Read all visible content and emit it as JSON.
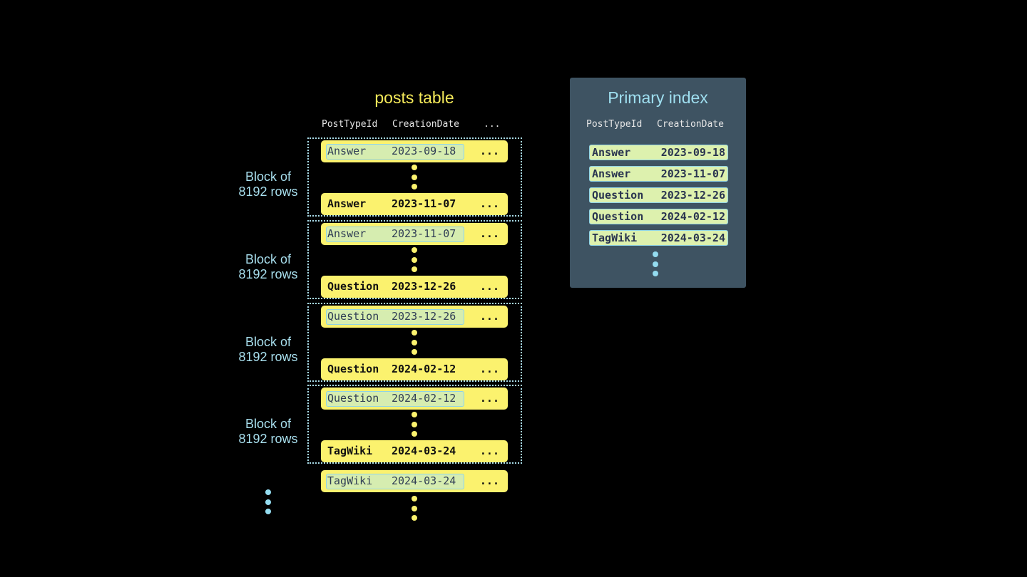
{
  "table": {
    "title": "posts table",
    "columns": [
      "PostTypeId",
      "CreationDate",
      "..."
    ],
    "block_label_line1": "Block of",
    "block_label_line2": "8192 rows",
    "blocks": [
      {
        "first": {
          "type": "Answer",
          "date": "2023-09-18",
          "more": "..."
        },
        "last": {
          "type": "Answer",
          "date": "2023-11-07",
          "more": "..."
        }
      },
      {
        "first": {
          "type": "Answer",
          "date": "2023-11-07",
          "more": "..."
        },
        "last": {
          "type": "Question",
          "date": "2023-12-26",
          "more": "..."
        }
      },
      {
        "first": {
          "type": "Question",
          "date": "2023-12-26",
          "more": "..."
        },
        "last": {
          "type": "Question",
          "date": "2024-02-12",
          "more": "..."
        }
      },
      {
        "first": {
          "type": "Question",
          "date": "2024-02-12",
          "more": "..."
        },
        "last": {
          "type": "TagWiki",
          "date": "2024-03-24",
          "more": "..."
        }
      }
    ],
    "trailing": {
      "type": "TagWiki",
      "date": "2024-03-24",
      "more": "..."
    }
  },
  "index": {
    "title": "Primary index",
    "columns": [
      "PostTypeId",
      "CreationDate"
    ],
    "entries": [
      {
        "type": "Answer",
        "date": "2023-09-18"
      },
      {
        "type": "Answer",
        "date": "2023-11-07"
      },
      {
        "type": "Question",
        "date": "2023-12-26"
      },
      {
        "type": "Question",
        "date": "2024-02-12"
      },
      {
        "type": "TagWiki",
        "date": "2024-03-24"
      }
    ]
  },
  "colors": {
    "row": "#fbf26e",
    "highlight": "#d6edb0",
    "accent": "#94dcf0",
    "panel": "#3e5362",
    "title": "#f5ea5a"
  }
}
